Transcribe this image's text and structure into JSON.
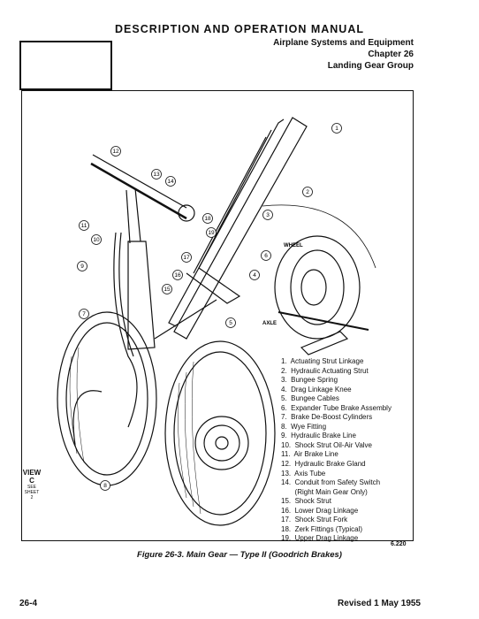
{
  "header": {
    "title": "DESCRIPTION AND OPERATION MANUAL",
    "line1": "Airplane Systems and Equipment",
    "line2": "Chapter 26",
    "line3": "Landing Gear Group"
  },
  "figure": {
    "callouts": [
      "1",
      "2",
      "3",
      "4",
      "5",
      "6",
      "7",
      "8",
      "9",
      "10",
      "11",
      "12",
      "13",
      "14",
      "15",
      "16",
      "17",
      "18",
      "19"
    ],
    "wheel_label": "WHEEL",
    "axle_label": "AXLE",
    "view_label": "VIEW\nC",
    "view_sub": "SEE\nSHEET\n2",
    "figure_number": "6.220",
    "caption": "Figure 26-3.  Main Gear — Type II (Goodrich Brakes)"
  },
  "legend": [
    "1.  Actuating Strut Linkage",
    "2.  Hydraulic Actuating Strut",
    "3.  Bungee Spring",
    "4.  Drag Linkage Knee",
    "5.  Bungee Cables",
    "6.  Expander Tube Brake Assembly",
    "7.  Brake De-Boost Cylinders",
    "8.  Wye Fitting",
    "9.  Hydraulic Brake Line",
    "10.  Shock Strut Oil-Air Valve",
    "11.  Air Brake Line",
    "12.  Hydraulic Brake Gland",
    "13.  Axis Tube",
    "14.  Conduit from Safety Switch",
    "       (Right Main Gear Only)",
    "15.  Shock Strut",
    "16.  Lower Drag Linkage",
    "17.  Shock Strut Fork",
    "18.  Zerk Fittings (Typical)",
    "19.  Upper Drag Linkage"
  ],
  "footer": {
    "page_number": "26-4",
    "revised": "Revised 1 May 1955"
  }
}
